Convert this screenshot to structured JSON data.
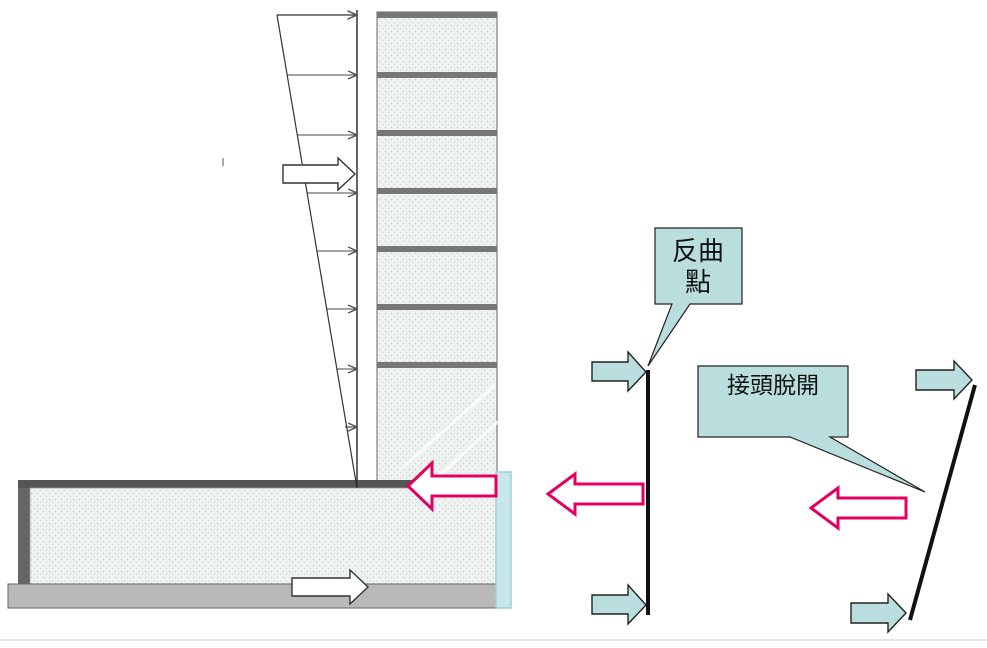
{
  "diagram": {
    "callouts": {
      "inflection_point": {
        "line1": "反曲",
        "line2": "點"
      },
      "joint_detachment": {
        "text": "接頭脫開"
      }
    },
    "colors": {
      "background": "#ffffff",
      "building_fill": "#e6ece9",
      "slab_dark": "#3a3a3a",
      "ground_gray": "#b9b9b9",
      "arrow_fill_light": "#b9dedd",
      "arrow_stroke": "#222222",
      "red_arrow_stroke": "#e3005f",
      "callout_fill": "#b9dedd",
      "wall_edge": "#9fd0d4"
    },
    "icons": {
      "load_arrow": "right-arrow-icon",
      "earth_pressure_arrow": "left-arrow-icon",
      "horizontal_arrow": "right-arrow-icon"
    }
  }
}
